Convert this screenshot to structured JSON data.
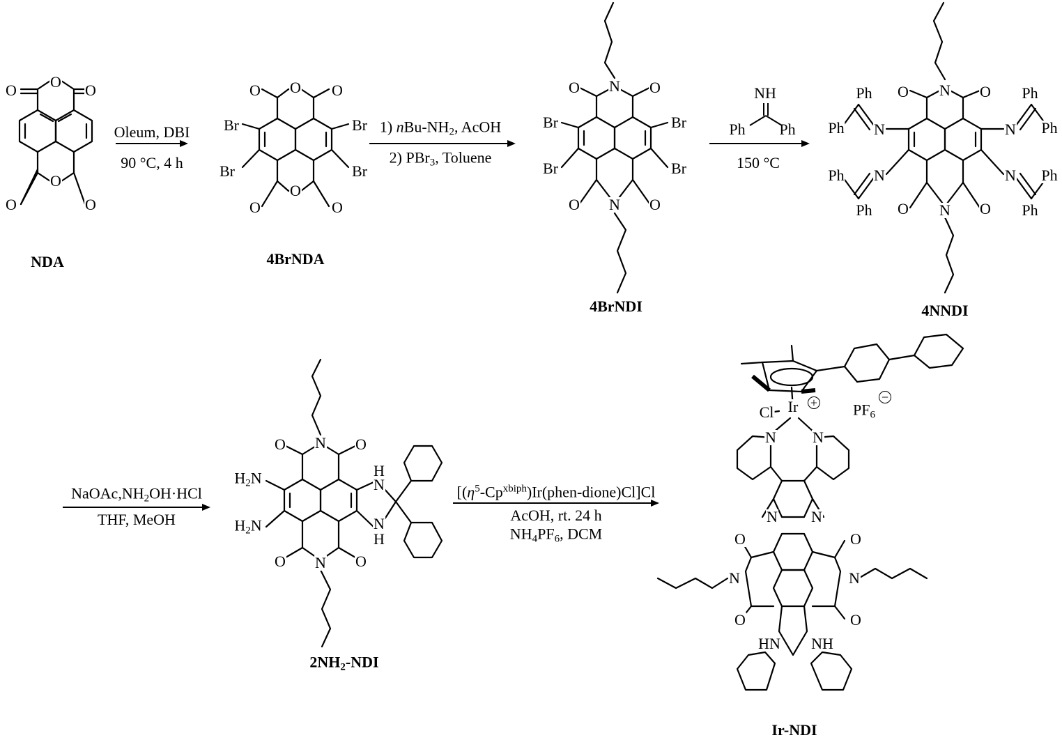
{
  "compounds": {
    "nda": "NDA",
    "brnda": "4BrNDA",
    "brndi": "4BrNDI",
    "nndi": "4NNDI",
    "nh2ndi_a": "2NH",
    "nh2ndi_sub": "2",
    "nh2ndi_b": "-NDI",
    "irndi": "Ir-NDI"
  },
  "step1": {
    "line1": "Oleum, DBI",
    "line2": "90 °C, 4 h"
  },
  "step2": {
    "line1_a": "1) ",
    "line1_italic": "n",
    "line1_b": "Bu-NH",
    "line1_sub": "2",
    "line1_c": ", AcOH",
    "line2_a": "2) PBr",
    "line2_sub": "3",
    "line2_b": ", Toluene"
  },
  "step3": {
    "reagent_nh": "NH",
    "reagent_ph": "Ph",
    "line2": "150 °C"
  },
  "step4": {
    "line1_a": "NaOAc,NH",
    "line1_sub": "2",
    "line1_b": "OH·HCl",
    "line2": "THF, MeOH"
  },
  "step5": {
    "line1_a": "[(",
    "line1_eta": "η",
    "line1_sup5": "5",
    "line1_b": "-Cp",
    "line1_sup": "xbiph",
    "line1_c": ")Ir(phen-dione)Cl]Cl",
    "line2": "AcOH, rt. 24 h",
    "line3_a": "NH",
    "line3_sub4": "4",
    "line3_b": "PF",
    "line3_sub6": "6",
    "line3_c": ", DCM"
  },
  "atoms": {
    "o": "O",
    "n": "N",
    "br": "Br",
    "ph": "Ph",
    "nh": "NH",
    "hn": "HN",
    "h": "H",
    "h2n_h": "H",
    "h2n_sub": "2",
    "h2n_n": "N",
    "cl": "Cl",
    "ir": "Ir",
    "pf": "PF",
    "pf_sub": "6",
    "plus": "+",
    "minus": "−"
  }
}
